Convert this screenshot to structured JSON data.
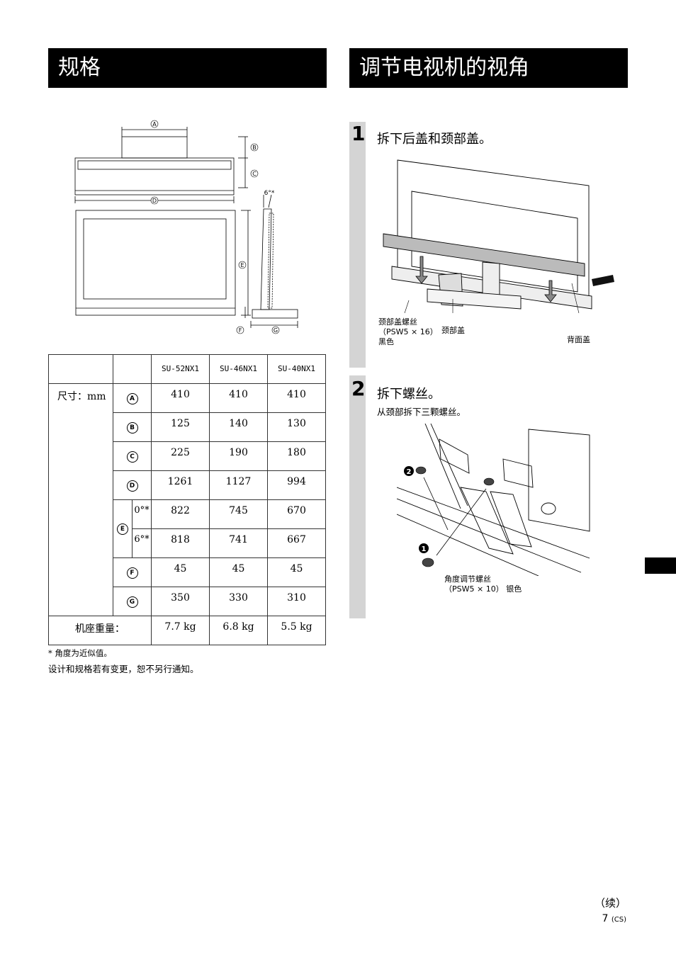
{
  "headings": {
    "specs": "规格",
    "adjust": "调节电视机的视角"
  },
  "dims_diagram": {
    "labels": {
      "a": "A",
      "b": "B",
      "c": "C",
      "d": "D",
      "e": "E",
      "f": "F",
      "g": "G"
    },
    "angle": "6°*"
  },
  "spec_table": {
    "models": [
      "SU-52NX1",
      "SU-46NX1",
      "SU-40NX1"
    ],
    "dimension_label": "尺寸：mm",
    "rows": [
      {
        "key": "A",
        "values": [
          "410",
          "410",
          "410"
        ]
      },
      {
        "key": "B",
        "values": [
          "125",
          "140",
          "130"
        ]
      },
      {
        "key": "C",
        "values": [
          "225",
          "190",
          "180"
        ]
      },
      {
        "key": "D",
        "values": [
          "1261",
          "1127",
          "994"
        ]
      },
      {
        "key": "E",
        "sub": "0°*",
        "values": [
          "822",
          "745",
          "670"
        ]
      },
      {
        "key": "E",
        "sub": "6°*",
        "values": [
          "818",
          "741",
          "667"
        ]
      },
      {
        "key": "F",
        "values": [
          "45",
          "45",
          "45"
        ]
      },
      {
        "key": "G",
        "values": [
          "350",
          "330",
          "310"
        ]
      }
    ],
    "weight_label": "机座重量：",
    "weight_values": [
      "7.7 kg",
      "6.8 kg",
      "5.5 kg"
    ]
  },
  "notes": {
    "asterisk": "*  角度为近似值。",
    "disclaimer": "设计和规格若有变更，恕不另行通知。"
  },
  "steps": [
    {
      "num": "1",
      "title": "拆下后盖和颈部盖。",
      "labels": {
        "neck_screw": "颈部盖螺丝\n（PSW5 × 16）\n黑色",
        "neck_cover": "颈部盖",
        "rear_cover": "背面盖"
      }
    },
    {
      "num": "2",
      "title": "拆下螺丝。",
      "subtitle": "从颈部拆下三颗螺丝。",
      "labels": {
        "badge1": "1",
        "badge2": "2",
        "angle_screw": "角度调节螺丝\n（PSW5 × 10） 银色"
      }
    }
  ],
  "footer": {
    "cont": "（续）",
    "page": "7",
    "page_suffix": "(CS)"
  }
}
